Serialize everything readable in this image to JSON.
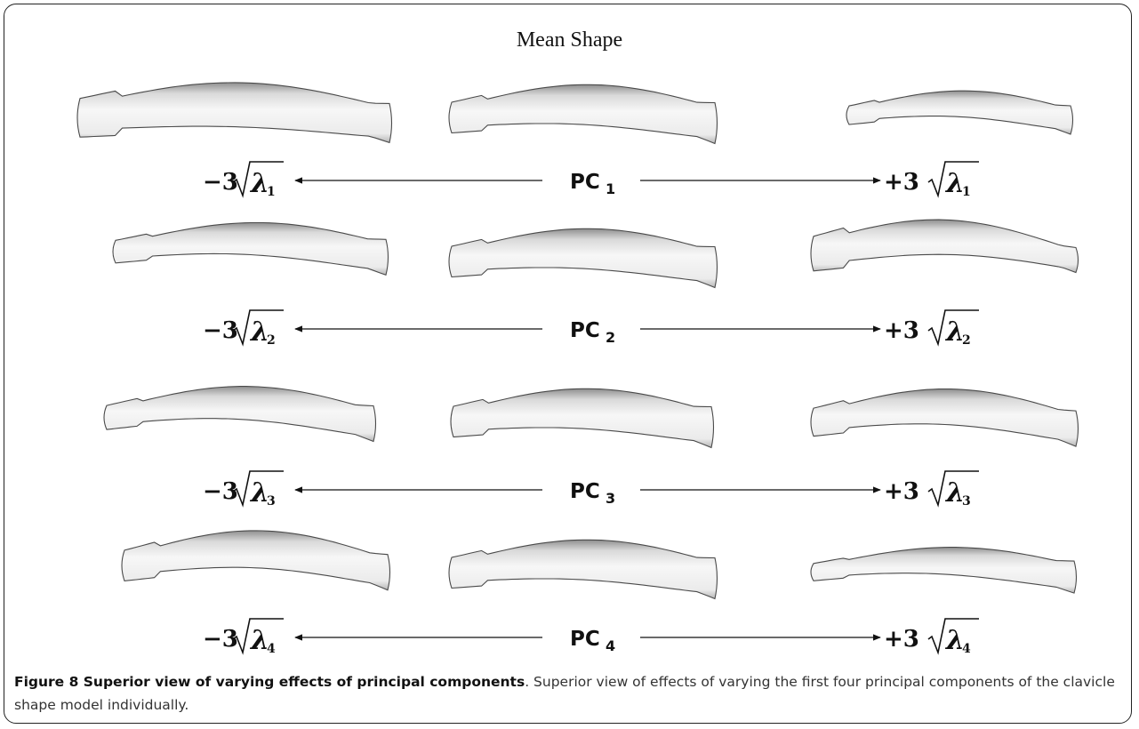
{
  "figure": {
    "mean_title": "Mean Shape",
    "rows": [
      {
        "pc_main": "PC",
        "pc_sub": "1",
        "minus_coef": "−3",
        "plus_coef": "+3",
        "lambda": "λ",
        "lambda_sub": "1"
      },
      {
        "pc_main": "PC",
        "pc_sub": "2",
        "minus_coef": "−3",
        "plus_coef": "+3",
        "lambda": "λ",
        "lambda_sub": "2"
      },
      {
        "pc_main": "PC",
        "pc_sub": "3",
        "minus_coef": "−3",
        "plus_coef": "+3",
        "lambda": "λ",
        "lambda_sub": "3"
      },
      {
        "pc_main": "PC",
        "pc_sub": "4",
        "minus_coef": "−3",
        "plus_coef": "+3",
        "lambda": "λ",
        "lambda_sub": "4"
      }
    ],
    "shape_colors": {
      "fill": "#f2f2f2",
      "shade": "#9a9a9a",
      "outline": "#4a4a4a"
    }
  },
  "caption": {
    "title": "Figure 8 Superior view of varying effects of principal components",
    "text": ". Superior view of effects of varying the first four principal components of the clavicle shape model individually."
  }
}
